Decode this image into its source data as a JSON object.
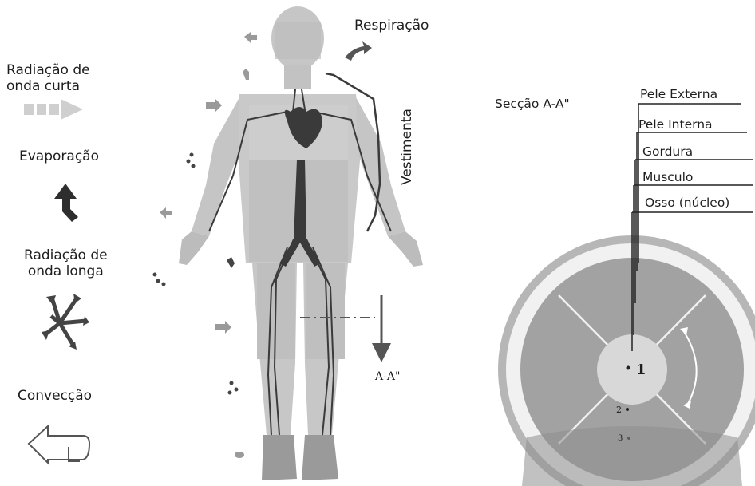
{
  "legend": {
    "shortwave_radiation": "Radiação de\nonda curta",
    "evaporation": "Evaporação",
    "longwave_radiation": "Radiação de\nonda longa",
    "convection": "Convecção"
  },
  "body": {
    "respiration": "Respiração",
    "clothing": "Vestimenta",
    "section_marker": "A-A\""
  },
  "cross_section": {
    "title": "Secção A-A\"",
    "layers": [
      "Pele Externa",
      "Pele Interna",
      "Gordura",
      "Musculo",
      "Osso (núcleo)"
    ],
    "node_labels": [
      "1",
      "2",
      "3"
    ]
  },
  "colors": {
    "body_fill": "#c9c9c9",
    "body_dark": "#a9a9a9",
    "vessels": "#3a3a3a",
    "ring_outer": "#b9b9b9",
    "ring_white": "#f2f2f2",
    "muscle_grey": "#9e9e9e",
    "core_light": "#d6d6d6"
  }
}
